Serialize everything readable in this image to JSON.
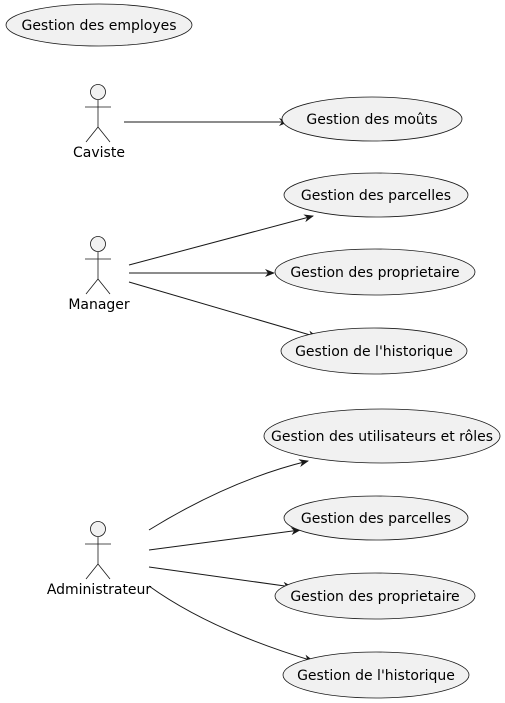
{
  "diagram": {
    "actors": [
      {
        "id": "caviste",
        "name": "Caviste"
      },
      {
        "id": "manager",
        "name": "Manager"
      },
      {
        "id": "admin",
        "name": "Administrateur"
      }
    ],
    "use_cases": [
      {
        "id": "uc_employes",
        "label": "Gestion des employes"
      },
      {
        "id": "uc_mouts",
        "label": "Gestion des moûts"
      },
      {
        "id": "uc_m_parcelles",
        "label": "Gestion des parcelles"
      },
      {
        "id": "uc_m_proprietaire",
        "label": "Gestion des proprietaire"
      },
      {
        "id": "uc_m_historique",
        "label": "Gestion de l'historique"
      },
      {
        "id": "uc_a_utilisateurs",
        "label": "Gestion des utilisateurs et rôles"
      },
      {
        "id": "uc_a_parcelles",
        "label": "Gestion des parcelles"
      },
      {
        "id": "uc_a_proprietaire",
        "label": "Gestion des proprietaire"
      },
      {
        "id": "uc_a_historique",
        "label": "Gestion de l'historique"
      }
    ],
    "associations": [
      {
        "from": "caviste",
        "to": "uc_mouts"
      },
      {
        "from": "manager",
        "to": "uc_m_parcelles"
      },
      {
        "from": "manager",
        "to": "uc_m_proprietaire"
      },
      {
        "from": "manager",
        "to": "uc_m_historique"
      },
      {
        "from": "admin",
        "to": "uc_a_utilisateurs"
      },
      {
        "from": "admin",
        "to": "uc_a_parcelles"
      },
      {
        "from": "admin",
        "to": "uc_a_proprietaire"
      },
      {
        "from": "admin",
        "to": "uc_a_historique"
      }
    ]
  }
}
